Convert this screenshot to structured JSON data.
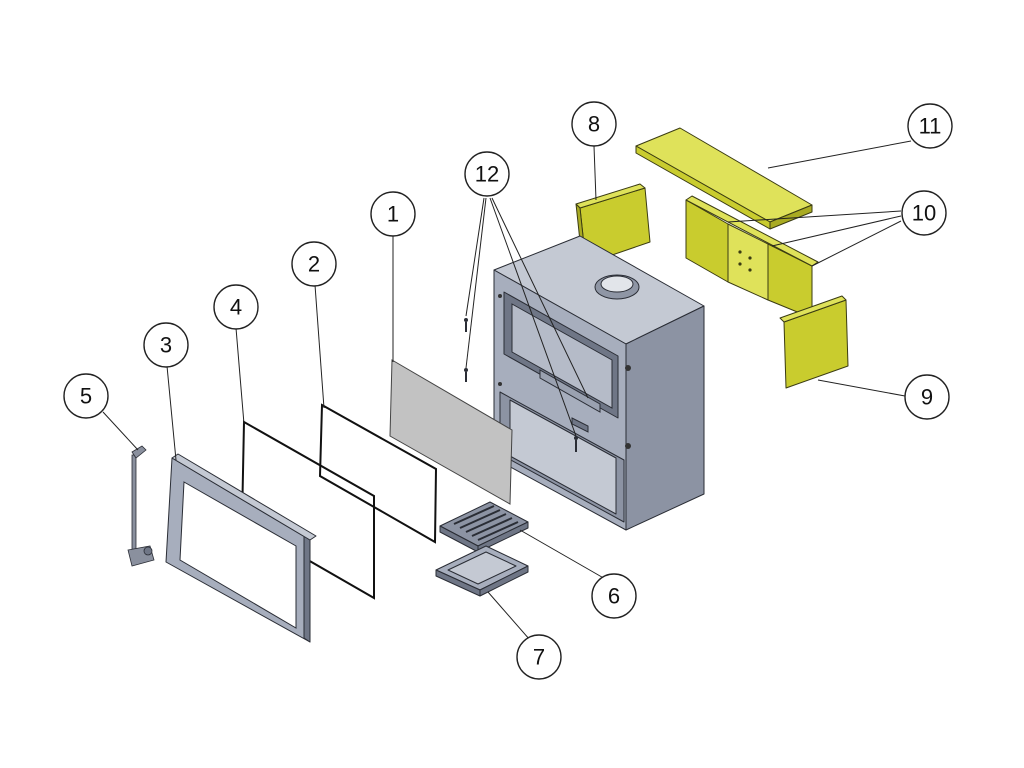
{
  "callouts": {
    "c1": "1",
    "c2": "2",
    "c3": "3",
    "c4": "4",
    "c5": "5",
    "c6": "6",
    "c7": "7",
    "c8": "8",
    "c9": "9",
    "c10": "10",
    "c11": "11",
    "c12": "12"
  },
  "colors": {
    "steel": "#a7aebd",
    "refractory_brick": "#c9cc2e",
    "glass": "#c2c2c2"
  }
}
